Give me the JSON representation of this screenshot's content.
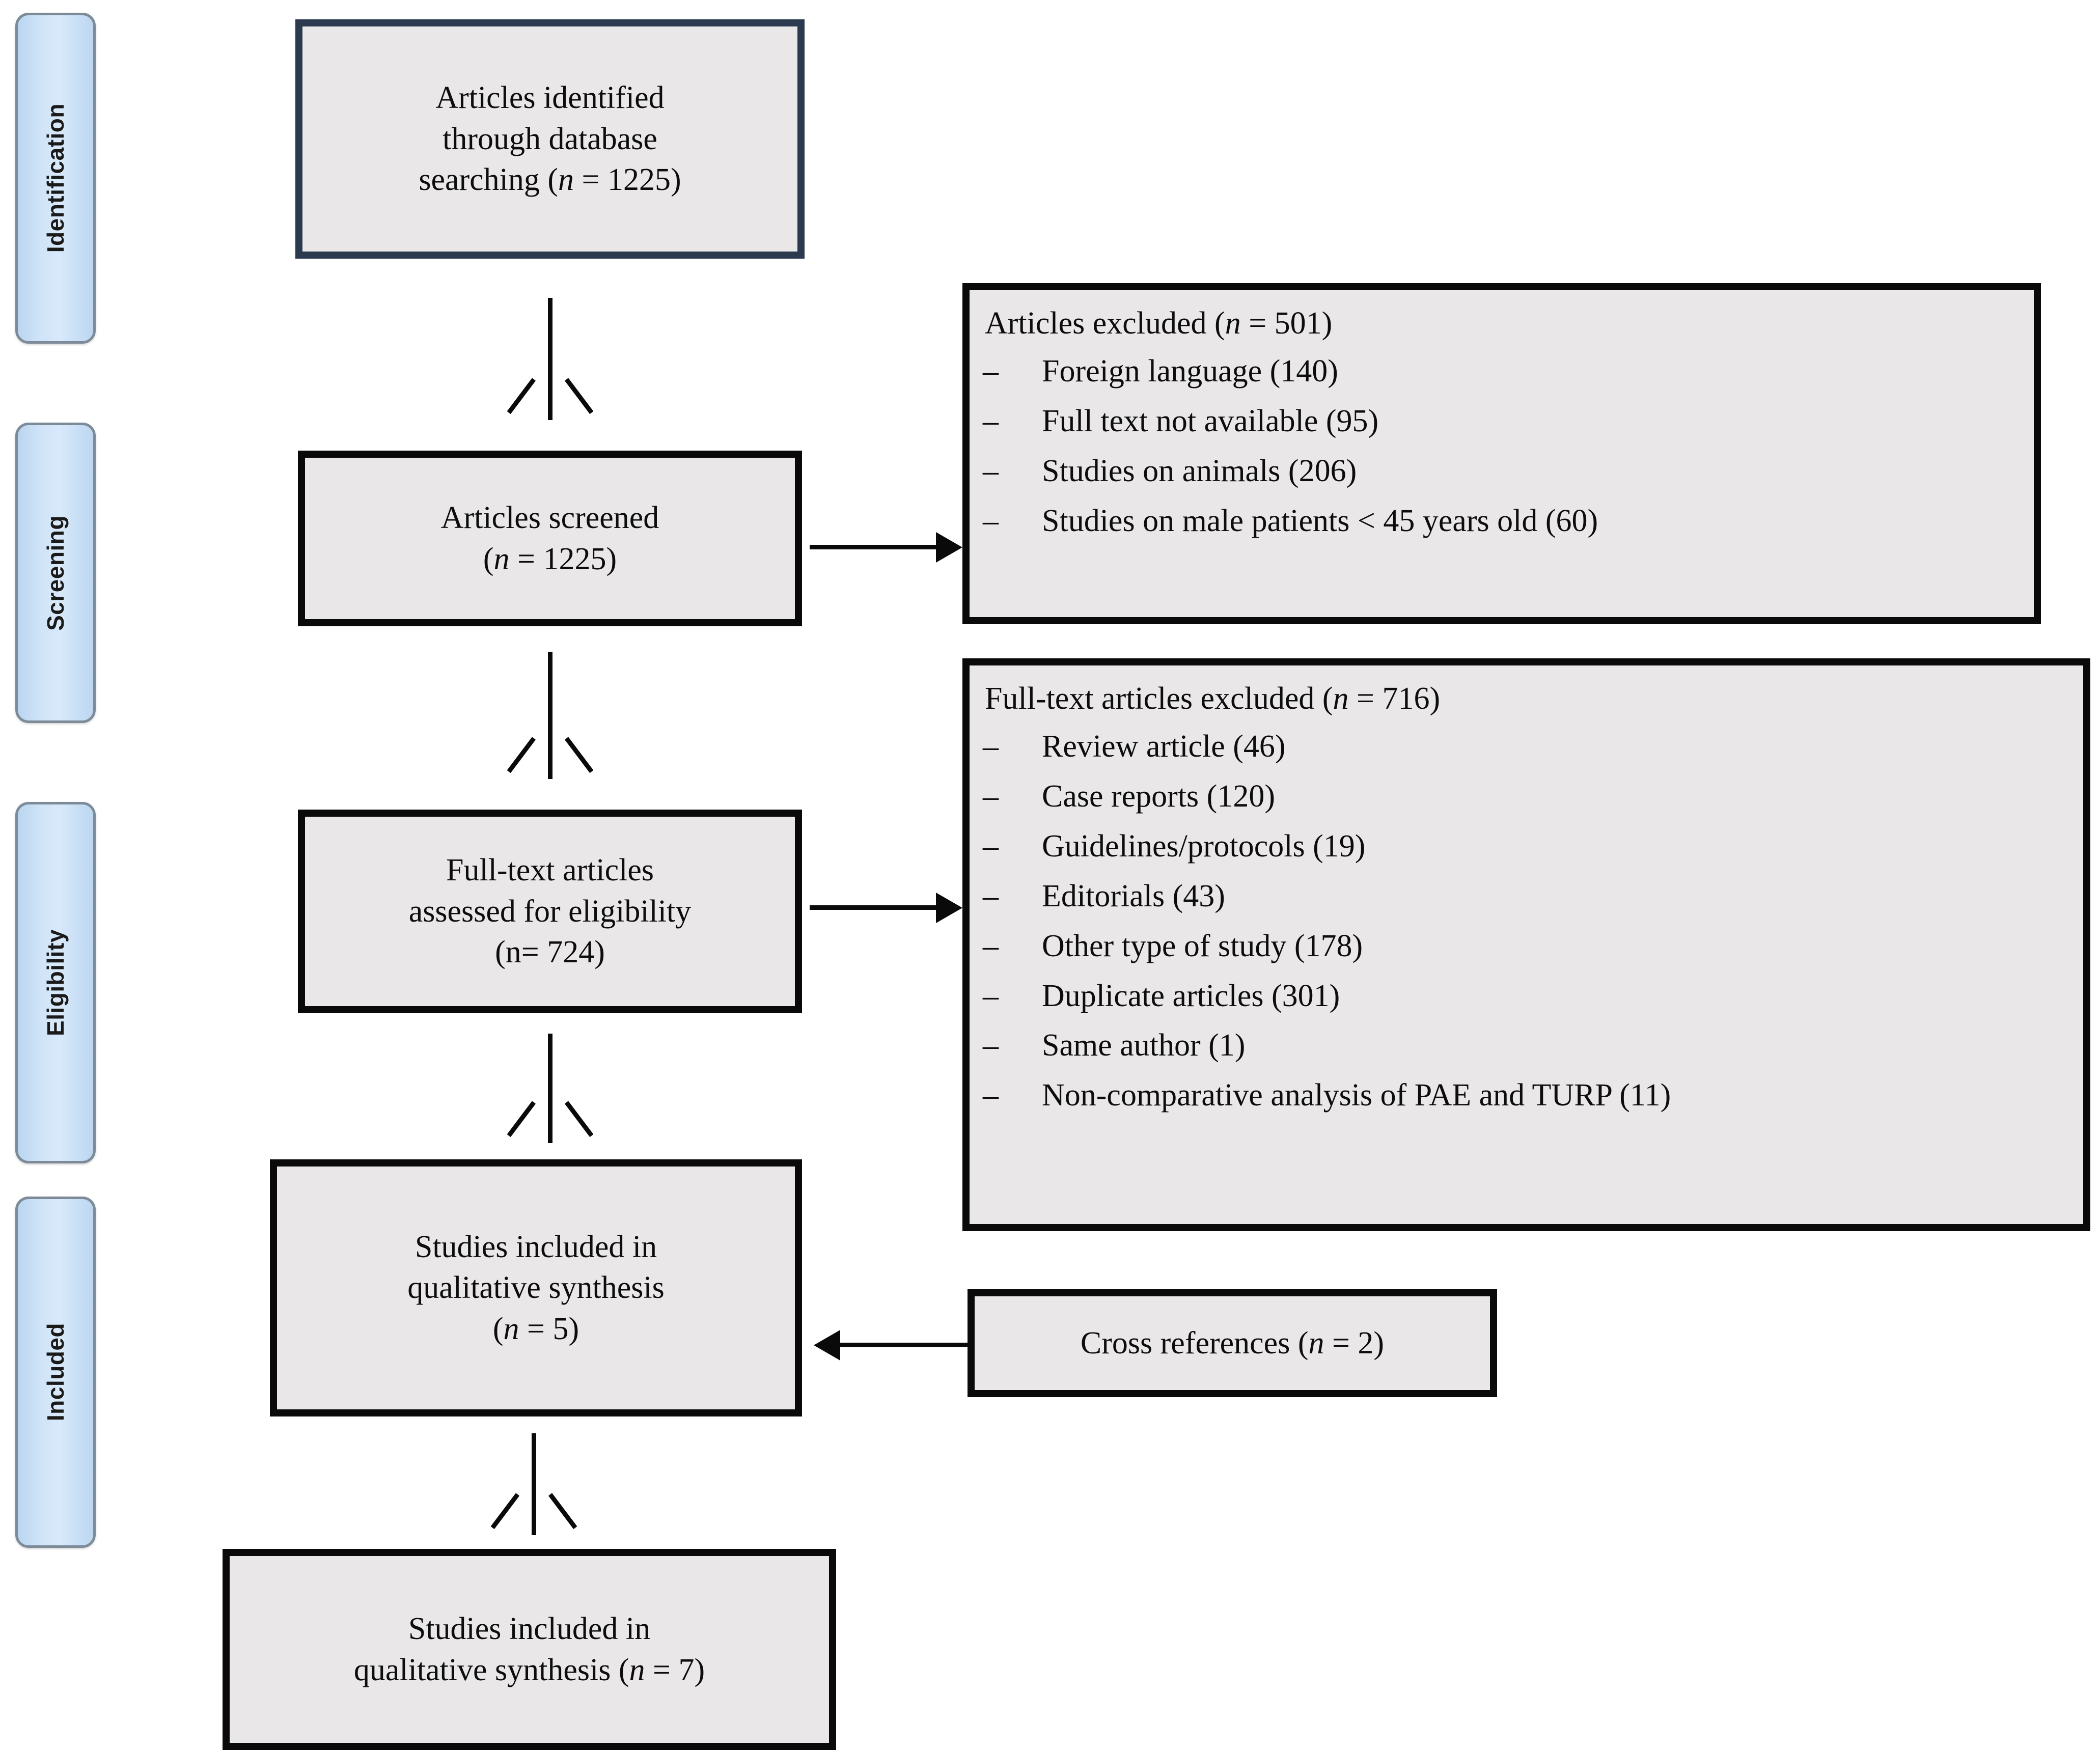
{
  "diagram": {
    "title": "PRISMA study selection flow diagram",
    "colors": {
      "box_fill": "#e9e7e7",
      "box_border_primary": "#2b3a4f",
      "box_border": "#0a0a0a",
      "stage_pill_fill": "#cfe3f7",
      "stage_pill_border": "#7d8b99",
      "arrow": "#0a0a0a"
    }
  },
  "stages": [
    {
      "id": "identification",
      "label": "Identification"
    },
    {
      "id": "screening",
      "label": "Screening"
    },
    {
      "id": "eligibility",
      "label": "Eligibility"
    },
    {
      "id": "included",
      "label": "Included"
    }
  ],
  "nodes": {
    "identified": {
      "line1": "Articles identified",
      "line2": "through database",
      "line3_pre": "searching (",
      "line3_n": "n",
      "line3_post": " = 1225)"
    },
    "screened": {
      "line1": "Articles screened",
      "line2_pre": "(",
      "line2_n": "n",
      "line2_post": " = 1225)"
    },
    "fulltext_assessed": {
      "line1": "Full-text articles",
      "line2": "assessed for eligibility",
      "line3": "(n= 724)"
    },
    "qualitative_5": {
      "line1": "Studies included in",
      "line2": "qualitative synthesis",
      "line3_pre": "(",
      "line3_n": "n",
      "line3_post": " = 5)"
    },
    "cross_references": {
      "pre": "Cross references (",
      "n": "n",
      "post": " = 2)"
    },
    "qualitative_7": {
      "line1": "Studies included in",
      "line2_pre": "qualitative synthesis (",
      "line2_n": "n",
      "line2_post": " = 7)"
    }
  },
  "exclusions": {
    "screening": {
      "heading_pre": "Articles excluded (",
      "heading_n": "n",
      "heading_post": " = 501)",
      "dash": "–",
      "items": [
        "Foreign language (140)",
        "Full text not available (95)",
        "Studies on animals (206)",
        "Studies on male patients < 45 years old (60)"
      ]
    },
    "eligibility": {
      "heading_pre": "Full-text articles excluded (",
      "heading_n": "n",
      "heading_post": " = 716)",
      "dash": "–",
      "items": [
        "Review article (46)",
        "Case reports (120)",
        "Guidelines/protocols (19)",
        "Editorials (43)",
        "Other type of study (178)",
        "Duplicate articles (301)",
        "Same author (1)",
        "Non-comparative analysis of PAE and TURP (11)"
      ]
    }
  }
}
